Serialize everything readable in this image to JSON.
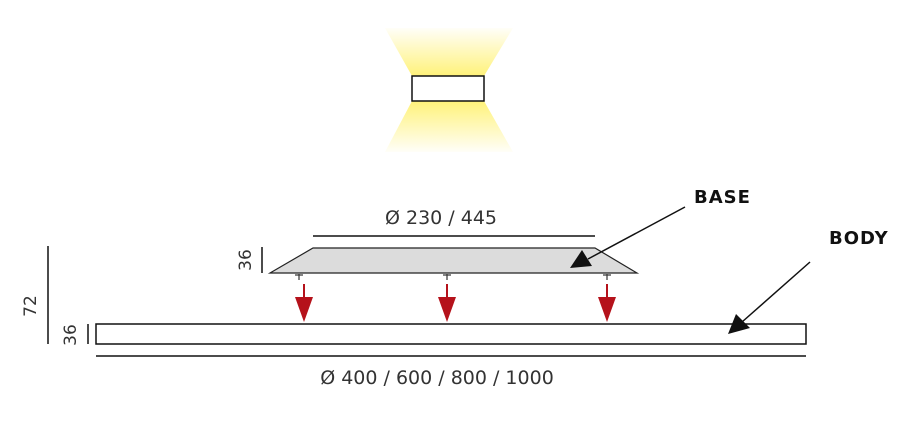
{
  "labels": {
    "base": "BASE",
    "body": "BODY"
  },
  "dimensions": {
    "base_diameter": "Ø 230 / 445",
    "body_diameter": "Ø 400 / 600 / 800 / 1000",
    "base_height": "36",
    "body_height": "36",
    "total_height": "72"
  },
  "colors": {
    "light_glow": "#fff27a",
    "arrow_red": "#b5121b",
    "base_fill": "#dcdcdc",
    "line": "#111111"
  }
}
